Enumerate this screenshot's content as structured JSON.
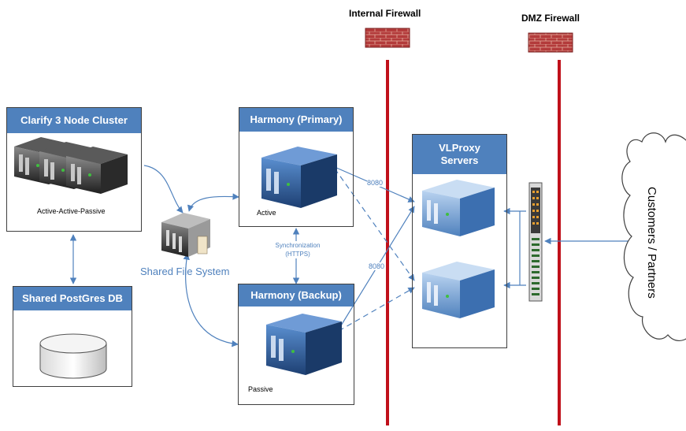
{
  "firewalls": {
    "internal": "Internal Firewall",
    "dmz": "DMZ Firewall"
  },
  "boxes": {
    "clarify": {
      "title": "Clarify 3 Node Cluster",
      "caption": "Active-Active-Passive"
    },
    "postgres": {
      "title": "Shared PostGres DB"
    },
    "harmony_primary": {
      "title": "Harmony (Primary)",
      "caption": "Active"
    },
    "harmony_backup": {
      "title": "Harmony (Backup)",
      "caption": "Passive"
    },
    "vlproxy": {
      "title": "VLProxy Servers"
    }
  },
  "labels": {
    "shared_fs": "Shared File System",
    "sync_line1": "Synchronization",
    "sync_line2": "(HTTPS)",
    "port_top": "8080",
    "port_bottom": "8080",
    "cloud": "Customers / Partners"
  },
  "colors": {
    "header_blue": "#4f81bd",
    "arrow_blue": "#4f81bd",
    "firewall_red": "#c0101a",
    "brick": "#b33b3b"
  }
}
